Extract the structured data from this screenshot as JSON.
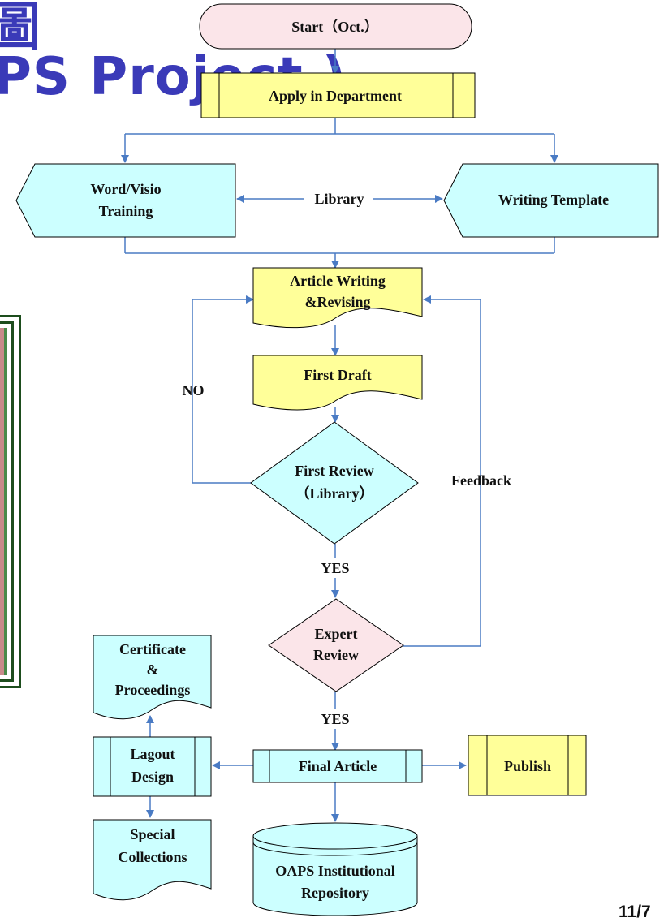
{
  "slide": {
    "title_char": "圖",
    "title_line": "PS Project )",
    "page_number": "11/7"
  },
  "colors": {
    "title": "#3a3ab8",
    "connector": "#4a7bc4",
    "cyan": "#ccffff",
    "yellow": "#ffff99",
    "pink": "#fbe5e9"
  },
  "nodes": {
    "start": [
      "Start（Oct.）"
    ],
    "apply": [
      "Apply in Department"
    ],
    "training": [
      "Word/Visio",
      "Training"
    ],
    "library": [
      "Library"
    ],
    "template": [
      "Writing Template"
    ],
    "writing": [
      "Article Writing",
      "&Revising"
    ],
    "draft": [
      "First Draft"
    ],
    "review1": [
      "First Review",
      "（Library）"
    ],
    "expert": [
      "Expert",
      "Review"
    ],
    "final": [
      "Final Article"
    ],
    "publish": [
      "Publish"
    ],
    "layout": [
      "Lagout",
      "Design"
    ],
    "certificate": [
      "Certificate",
      "&",
      "Proceedings"
    ],
    "special": [
      "Special",
      "Collections"
    ],
    "repository": [
      "OAPS Institutional",
      "Repository"
    ]
  },
  "labels": {
    "no": "NO",
    "yes1": "YES",
    "yes2": "YES",
    "feedback": "Feedback"
  }
}
